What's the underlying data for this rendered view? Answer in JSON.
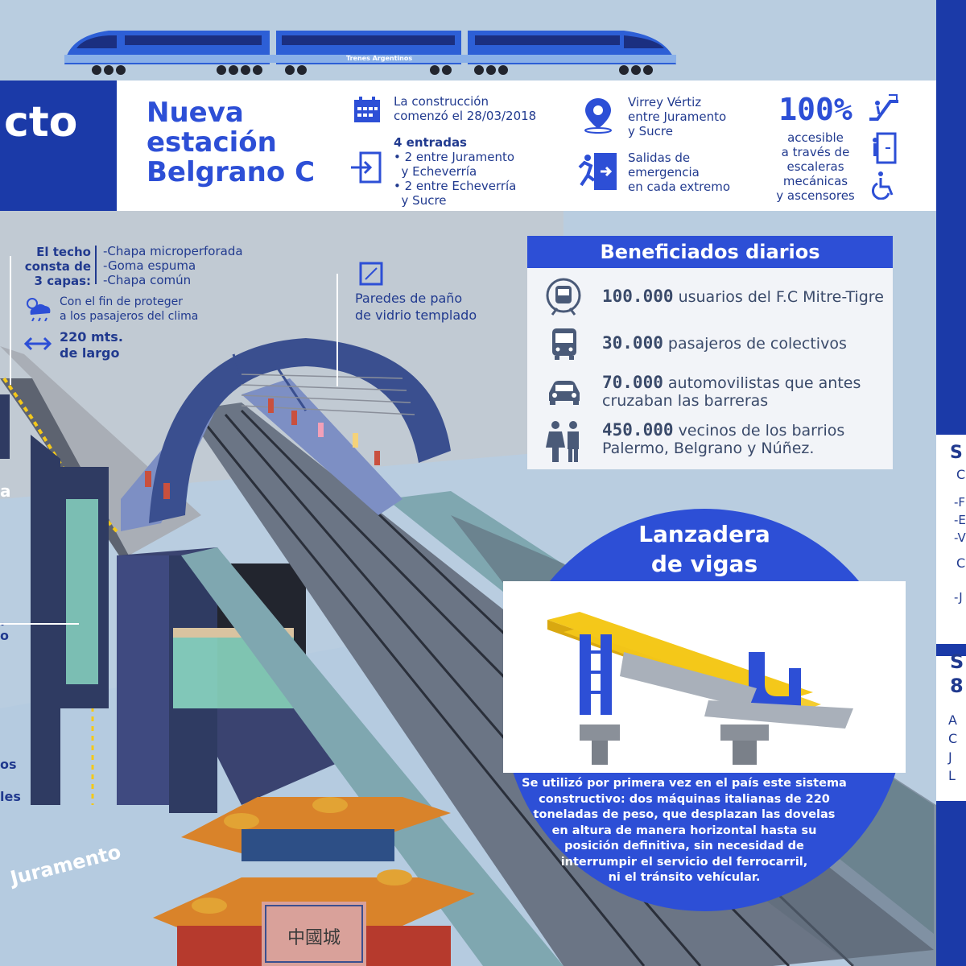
{
  "header": {
    "left_label": "cto",
    "title_lines": [
      "Nueva",
      "estación",
      "Belgrano C"
    ],
    "construction": {
      "line1": "La construcción",
      "line2": "comenzó  el 28/03/2018"
    },
    "entrances": {
      "title": "4 entradas",
      "items": [
        "• 2 entre Juramento",
        "  y Echeverría",
        "• 2 entre Echeverría",
        "  y Sucre"
      ]
    },
    "location": [
      "Virrey Vértiz",
      "entre Juramento",
      "y Sucre"
    ],
    "emergency": [
      "Salidas de",
      "emergencia",
      "en cada extremo"
    ],
    "accessible": {
      "percent": "100%",
      "lines": [
        "accesible",
        "a través de",
        "escaleras",
        "mecánicas",
        "y ascensores"
      ]
    }
  },
  "train": {
    "brand": "Trenes Argentinos"
  },
  "roof": {
    "label_lines": [
      "El techo",
      "consta de",
      "3 capas:"
    ],
    "layers": [
      "-Chapa microperforada",
      "-Goma espuma",
      "-Chapa común"
    ],
    "protect": [
      "Con el fin de proteger",
      "a los pasajeros del clima"
    ],
    "length": [
      "220 mts.",
      "de largo"
    ]
  },
  "walls": [
    "Paredes de paño",
    "de vidrio templado"
  ],
  "beneficiaries": {
    "title": "Beneficiados diarios",
    "rows": [
      {
        "icon": "train-icon",
        "number": "100.000",
        "text1": "usuarios del F.C Mitre-Tigre",
        "text2": ""
      },
      {
        "icon": "bus-icon",
        "number": "30.000",
        "text1": "pasajeros de colectivos",
        "text2": ""
      },
      {
        "icon": "car-icon",
        "number": "70.000",
        "text1": "automovilistas que antes",
        "text2": "cruzaban las barreras"
      },
      {
        "icon": "people-icon",
        "number": "450.000",
        "text1": "vecinos de los barrios",
        "text2": "Palermo, Belgrano y Núñez."
      }
    ]
  },
  "launcher": {
    "title_lines": [
      "Lanzadera",
      "de vigas"
    ],
    "description": [
      "Se utilizó por primera vez en el país este sistema",
      "constructivo: dos máquinas italianas de 220",
      "toneladas de peso, que desplazan las dovelas",
      "en altura de manera horizontal hasta su",
      "posición definitiva, sin necesidad de",
      "interrumpir el servicio del ferrocarril,",
      "ni el tránsito vehícular."
    ]
  },
  "street": "Juramento",
  "left_fragments": [
    "a",
    ".",
    "o",
    "os",
    "les"
  ],
  "right_fragments": [
    "S",
    "C",
    "-F",
    "-E",
    "-V",
    "C",
    "-J",
    "S",
    "8",
    "A",
    "C",
    "J",
    "L"
  ],
  "gate_sign": "中國城",
  "colors": {
    "primary": "#2d4fd6",
    "navy": "#1b3aa8",
    "yellow": "#f4c81a",
    "background": "#b9cde0"
  }
}
